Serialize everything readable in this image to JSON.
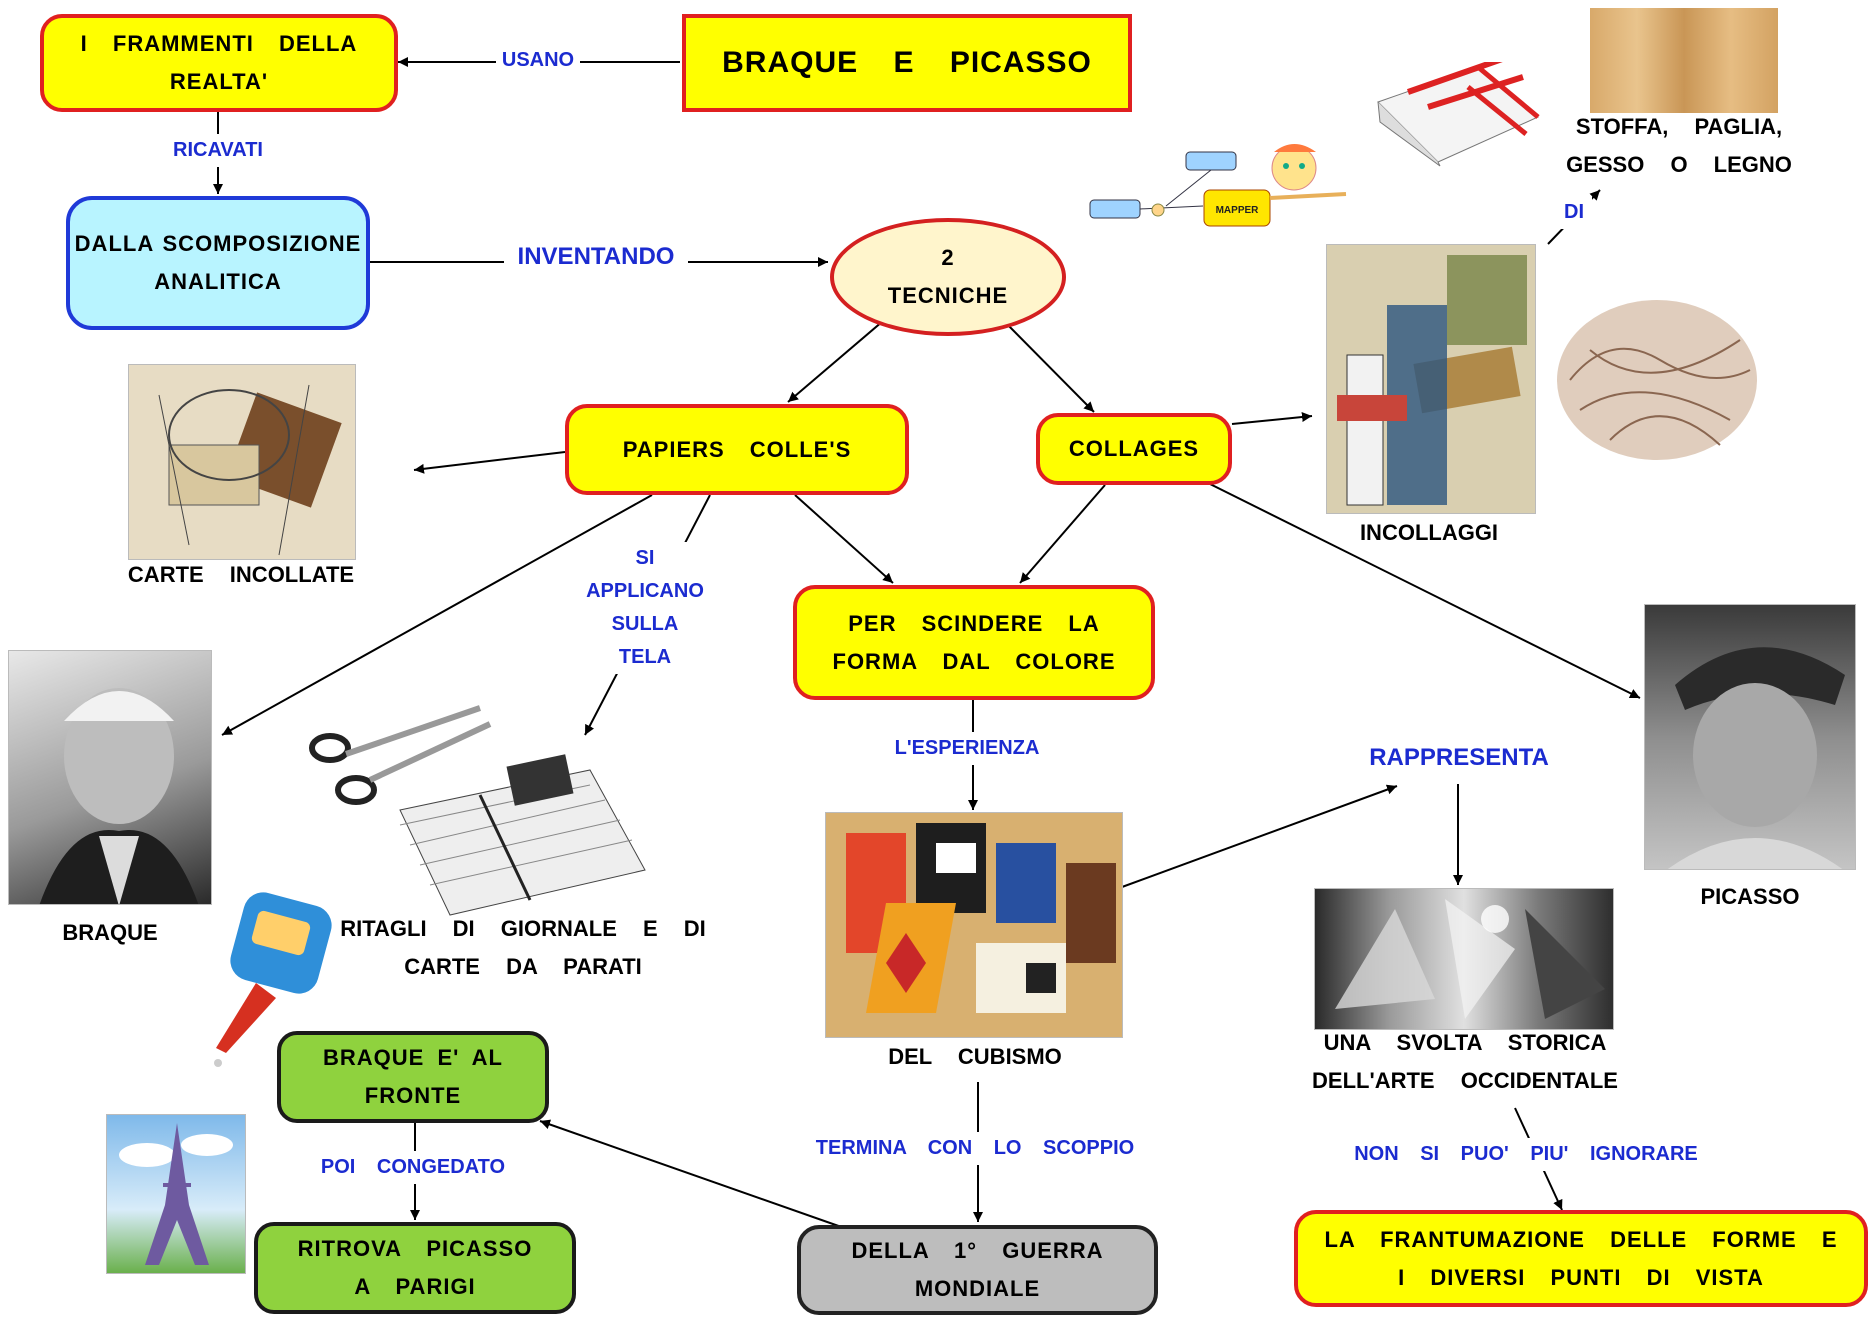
{
  "title": "BRAQUE    E    PICASSO",
  "nodes": {
    "frammenti": "I   FRAMMENTI   DELLA REALTA'",
    "scomposizione": "DALLA SCOMPOSIZIONE ANALITICA",
    "tecniche": "2 TECNICHE",
    "papiers": "PAPIERS    COLLE'S",
    "collages": "COLLAGES",
    "scindere": "PER   SCINDERE   LA FORMA   DAL   COLORE",
    "braque_fronte": "BRAQUE   E'  AL FRONTE",
    "ritrova": "RITROVA   PICASSO A   PARIGI",
    "guerra": "DELLA  1°   GUERRA MONDIALE",
    "frantumazione": "LA   FRANTUMAZIONE   DELLE FORME  E I  DIVERSI  PUNTI  DI  VISTA"
  },
  "links": {
    "usano": "USANO",
    "ricavati": "RICAVATI",
    "inventando": "INVENTANDO",
    "si_applicano": "SI APPLICANO SULLA TELA",
    "esperienza": "L'ESPERIENZA",
    "rappresenta": "RAPPRESENTA",
    "di": "DI",
    "poi_congedato": "POI   CONGEDATO",
    "termina": "TERMINA    CON  LO  SCOPPIO",
    "non_si_puo": "NON  SI  PUO'  PIU'   IGNORARE"
  },
  "captions": {
    "carte": "CARTE     INCOLLATE",
    "incollaggi": "INCOLLAGGI",
    "stoffa": "STOFFA,    PAGLIA, GESSO   O   LEGNO",
    "braque": "BRAQUE",
    "picasso": "PICASSO",
    "ritagli": "RITAGLI  DI   GIORNALE   E DI  CARTE  DA  PARATI",
    "cubismo": "DEL    CUBISMO",
    "svolta": "UNA    SVOLTA    STORICA DELL'ARTE    OCCIDENTALE"
  },
  "mapper_logo": "MAPPER",
  "colors": {
    "node_yellow": "#ffff00",
    "node_border_red": "#e02020",
    "node_cyan": "#b8f4ff",
    "node_green": "#8fd23e",
    "node_grey": "#bdbdbd",
    "link_text": "#1b2bd0"
  }
}
